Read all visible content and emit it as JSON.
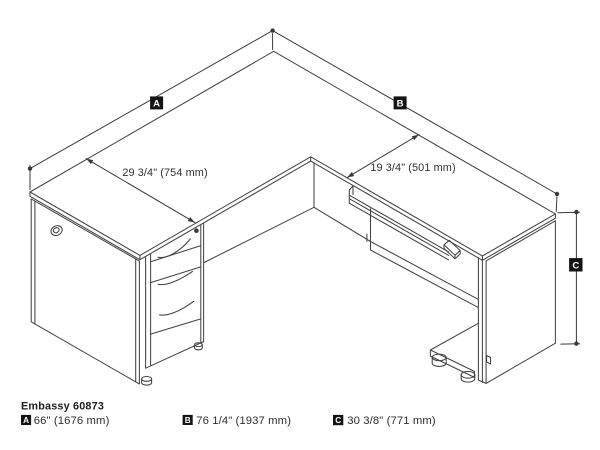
{
  "title": "Embassy 60873",
  "diagram": {
    "labels": {
      "a": "A",
      "b": "B",
      "c": "C"
    },
    "inner_dims": {
      "left_depth": "29 3/4\" (754 mm)",
      "right_depth": "19 3/4\" (501 mm)"
    }
  },
  "legend": {
    "product_name": "Embassy 60873",
    "entries": [
      {
        "letter": "A",
        "value": "66\" (1676 mm)"
      },
      {
        "letter": "B",
        "value": "76 1/4\" (1937 mm)"
      },
      {
        "letter": "C",
        "value": "30 3/8\" (771 mm)"
      }
    ]
  },
  "colors": {
    "background": "#ffffff",
    "line": "#444444",
    "dimension_line": "#3a3a3a",
    "label_background": "#141414",
    "label_foreground": "#ffffff",
    "text": "#303030"
  }
}
